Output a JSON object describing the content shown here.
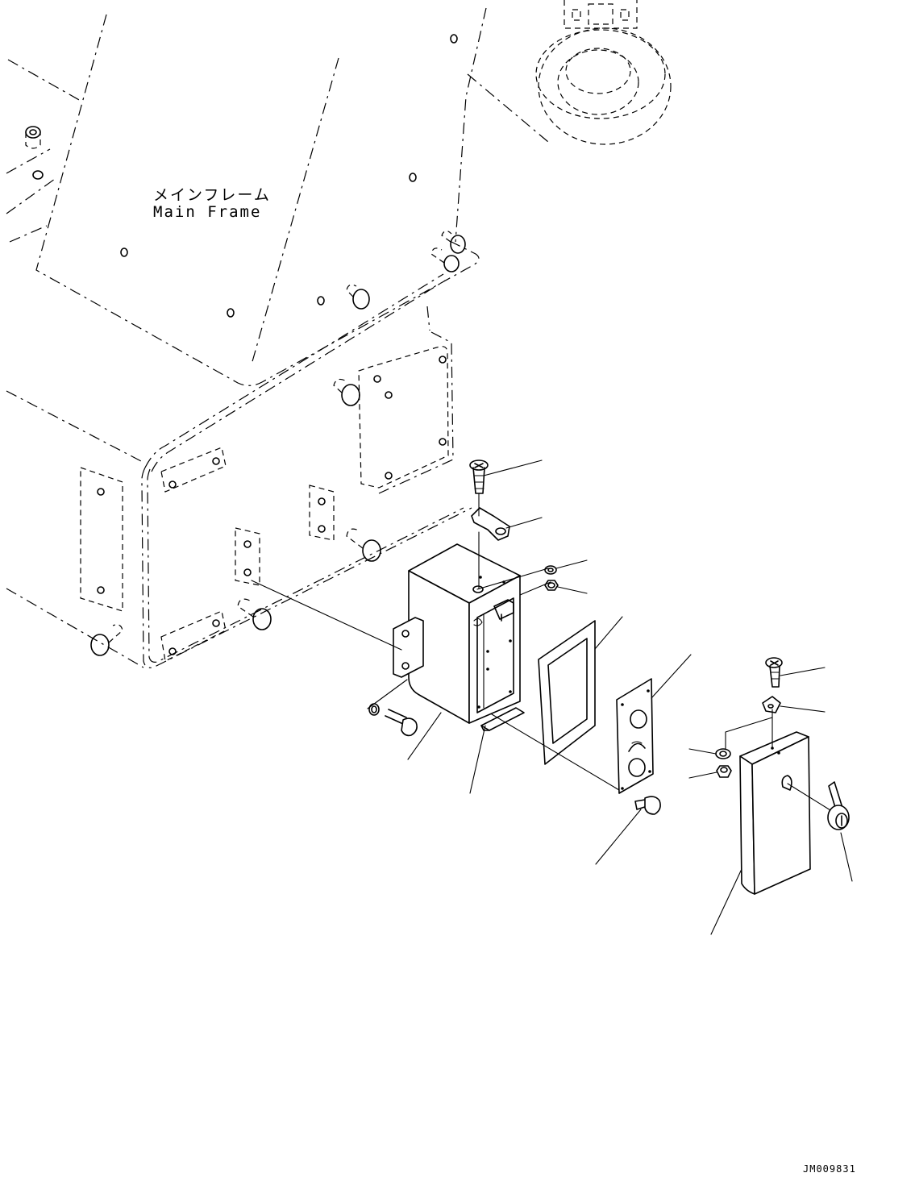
{
  "frame_label": {
    "japanese": "メインフレーム",
    "english": "Main Frame"
  },
  "drawing_code": "JM009831",
  "colors": {
    "line": "#000000",
    "background": "#ffffff"
  }
}
